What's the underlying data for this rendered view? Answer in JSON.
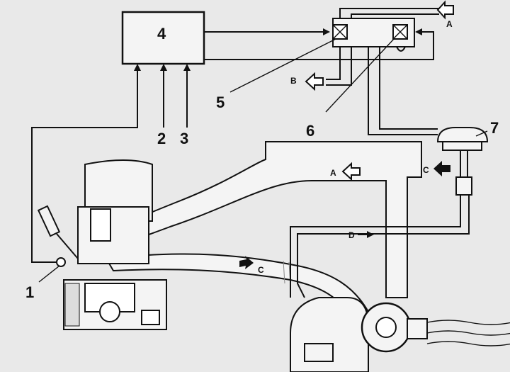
{
  "labels": {
    "n1": "1",
    "n2": "2",
    "n3": "3",
    "n4": "4",
    "n5": "5",
    "n6": "6",
    "n7": "7",
    "a_top": "A",
    "a_mid": "A",
    "b": "B",
    "c_right": "C",
    "c_lower": "C",
    "d": "D"
  },
  "colors": {
    "ink": "#111111",
    "paper": "#e9e9e9",
    "fill": "#f4f4f4"
  }
}
